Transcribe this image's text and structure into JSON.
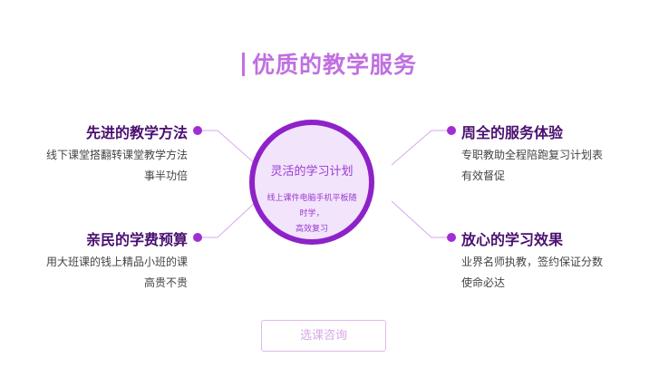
{
  "title": "优质的教学服务",
  "center": {
    "title": "灵活的学习计划",
    "desc_line1": "线上课件电脑手机平板随时学，",
    "desc_line2": "高效复习"
  },
  "features": {
    "top_left": {
      "title": "先进的教学方法",
      "line1": "线下课堂搭翻转课堂教学方法",
      "line2": "事半功倍"
    },
    "bottom_left": {
      "title": "亲民的学费预算",
      "line1": "用大班课的钱上精品小班的课",
      "line2": "高贵不贵"
    },
    "top_right": {
      "title": "周全的服务体验",
      "line1": "专职教助全程陪跑复习计划表",
      "line2": "有效督促"
    },
    "bottom_right": {
      "title": "放心的学习效果",
      "line1": "业界名师执教，签约保证分数",
      "line2": "使命必达"
    }
  },
  "button_label": "选课咨询",
  "colors": {
    "accent": "#8e22c8",
    "title": "#c070e0",
    "heading": "#4a1070"
  }
}
